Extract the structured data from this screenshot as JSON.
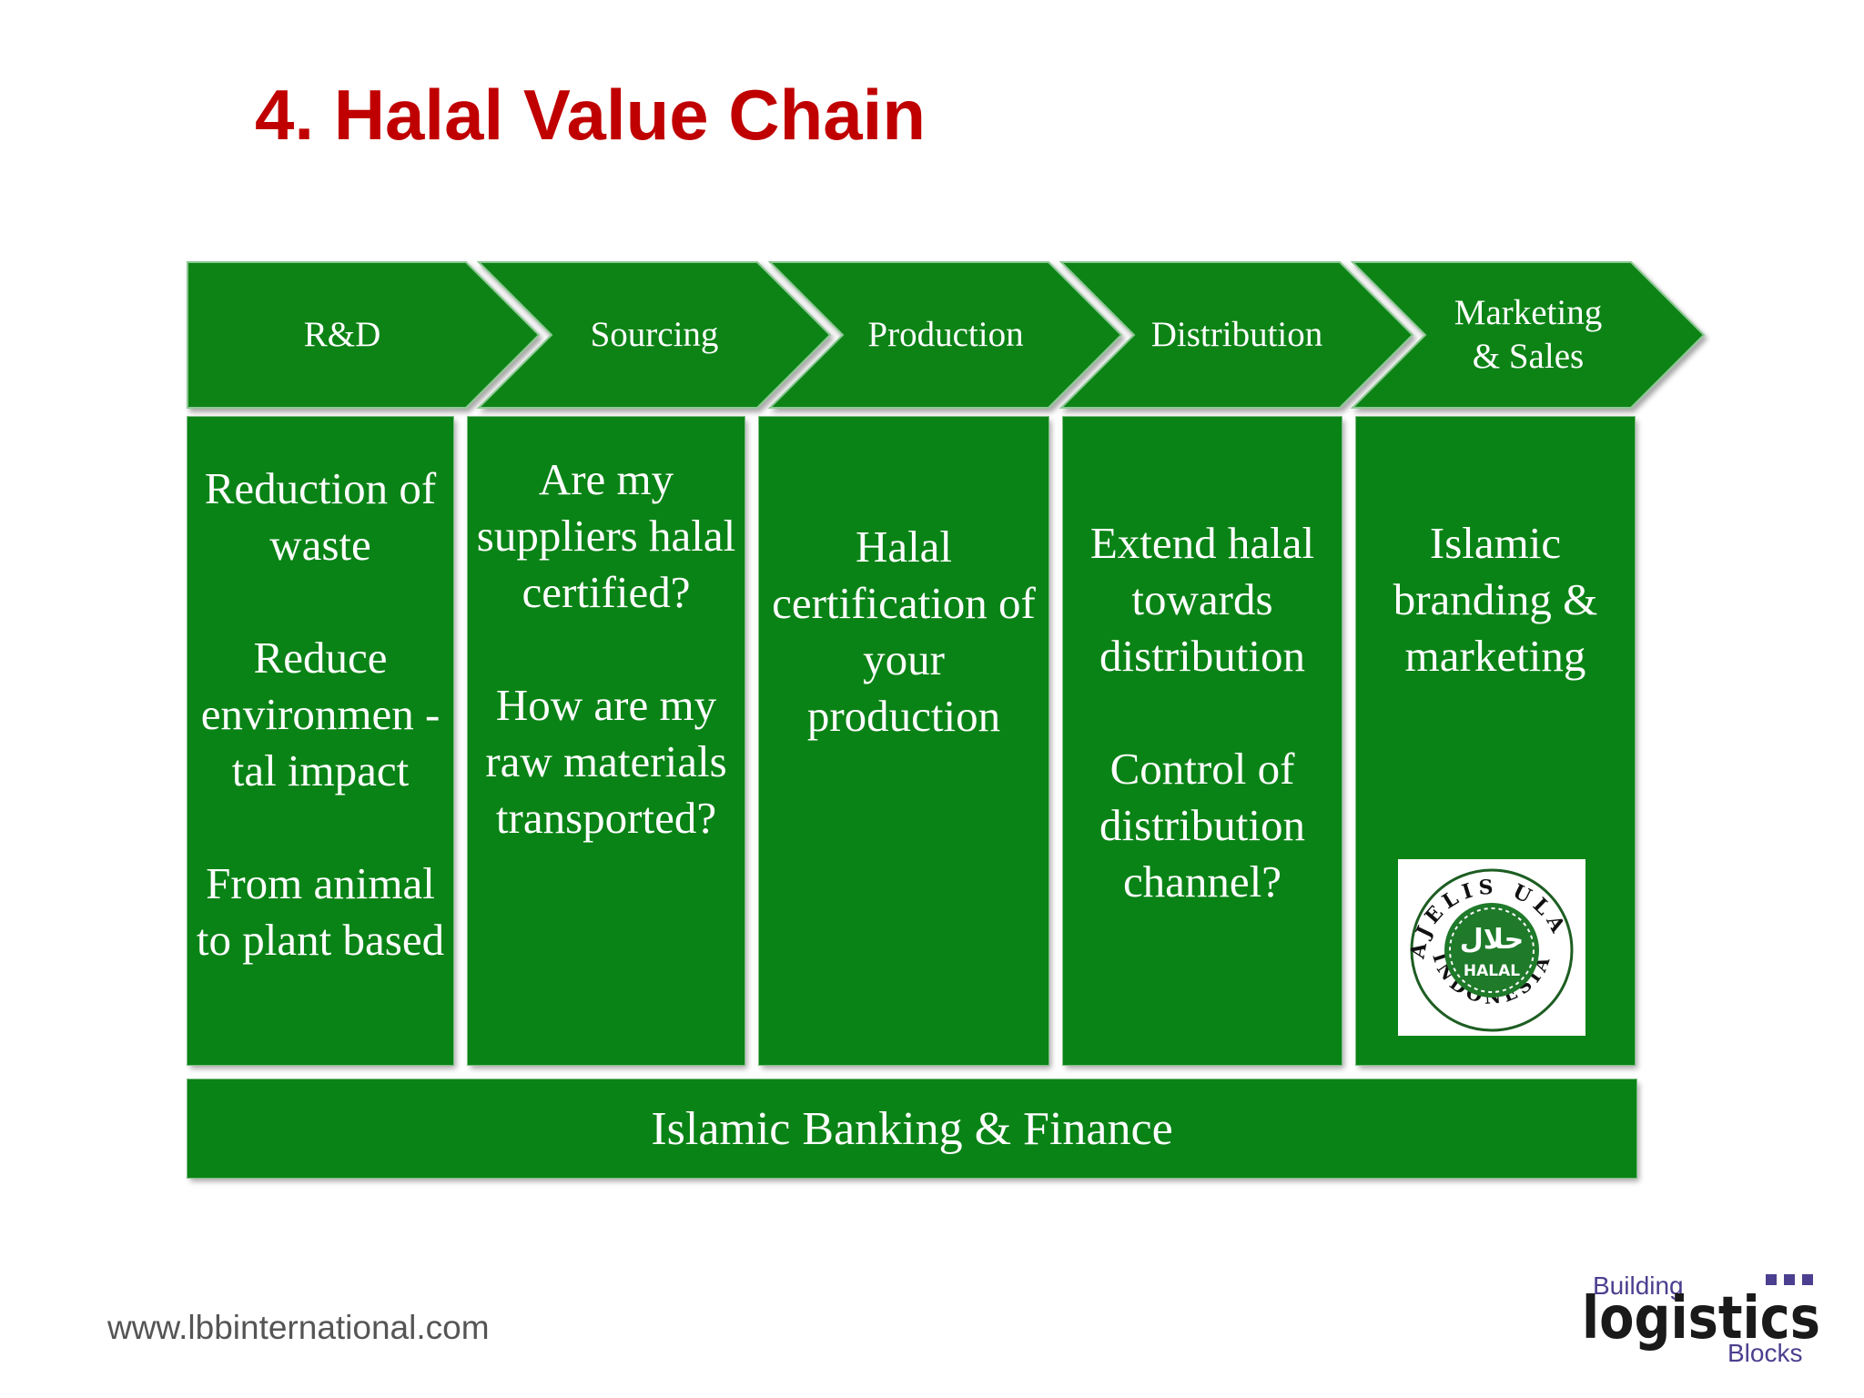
{
  "title": "4. Halal Value Chain",
  "stages": [
    {
      "label": "R&D",
      "text": [
        "Reduction of waste",
        "Reduce environmen -tal impact",
        "From animal to plant based"
      ]
    },
    {
      "label": "Sourcing",
      "text": [
        "Are my suppliers halal certified?",
        "How are my raw materials transported?"
      ]
    },
    {
      "label": "Production",
      "text": [
        "Halal certification of your production"
      ]
    },
    {
      "label": "Distribution",
      "text": [
        "Extend halal towards distribution",
        "Control of distribution channel?"
      ]
    },
    {
      "label_line1": "Marketing",
      "label_line2": "& Sales",
      "text": [
        "Islamic branding & marketing"
      ]
    }
  ],
  "footer_bar": "Islamic Banking & Finance",
  "seal": {
    "top_text": "MAJELIS ULAMA",
    "bottom_text": "INDONESIA",
    "center_text": "HALAL",
    "arabic": "حلال"
  },
  "website": "www.lbbinternational.com",
  "logo": {
    "word1": "Building",
    "word2": "logistics",
    "word3": "Blocks"
  },
  "colors": {
    "green": "#0a8316",
    "title_red": "#c00000",
    "logo_purple": "#4b3f8f"
  }
}
